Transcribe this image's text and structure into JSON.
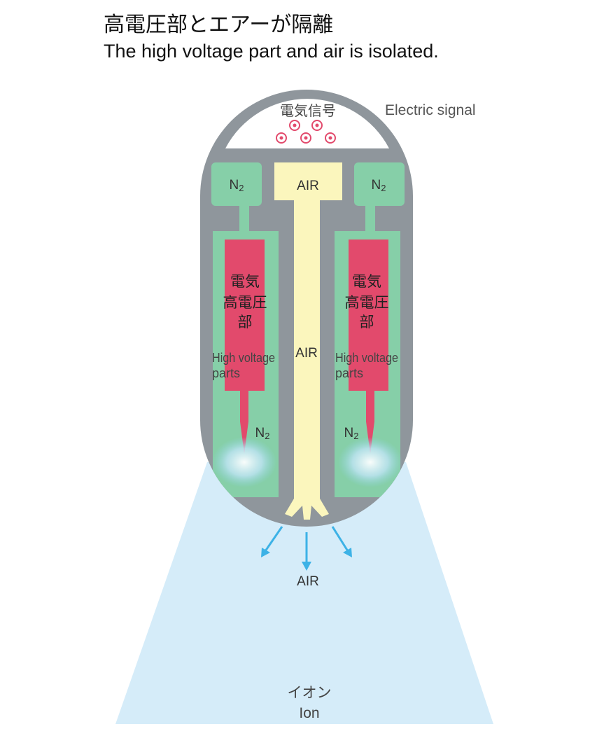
{
  "heading": {
    "title_ja": "高電圧部とエアーが隔離",
    "title_en": "The high voltage part and air is isolated."
  },
  "labels": {
    "electric_signal_ja": "電気信号",
    "electric_signal_en": "Electric signal",
    "n2": "N",
    "n2_sub": "2",
    "air_inlet": "AIR",
    "air_channel": "AIR",
    "air_outlet": "AIR",
    "hv_ja_line1": "電気",
    "hv_ja_line2": "高電圧",
    "hv_ja_line3": "部",
    "hv_en_line1": "High voltage",
    "hv_en_line2": "parts",
    "ion_ja": "イオン",
    "ion_en": "Ion"
  },
  "colors": {
    "shell": "#8f969c",
    "nitrogen": "#86cfa8",
    "air": "#fbf6bd",
    "high_voltage": "#e24a6c",
    "ion_cloud": "#d5ecf9",
    "arrow": "#3db2e6",
    "signal": "#e24a6c"
  },
  "icons": {
    "signal_dots": "concentric-circle-icon",
    "flow_arrow": "arrow-icon"
  }
}
